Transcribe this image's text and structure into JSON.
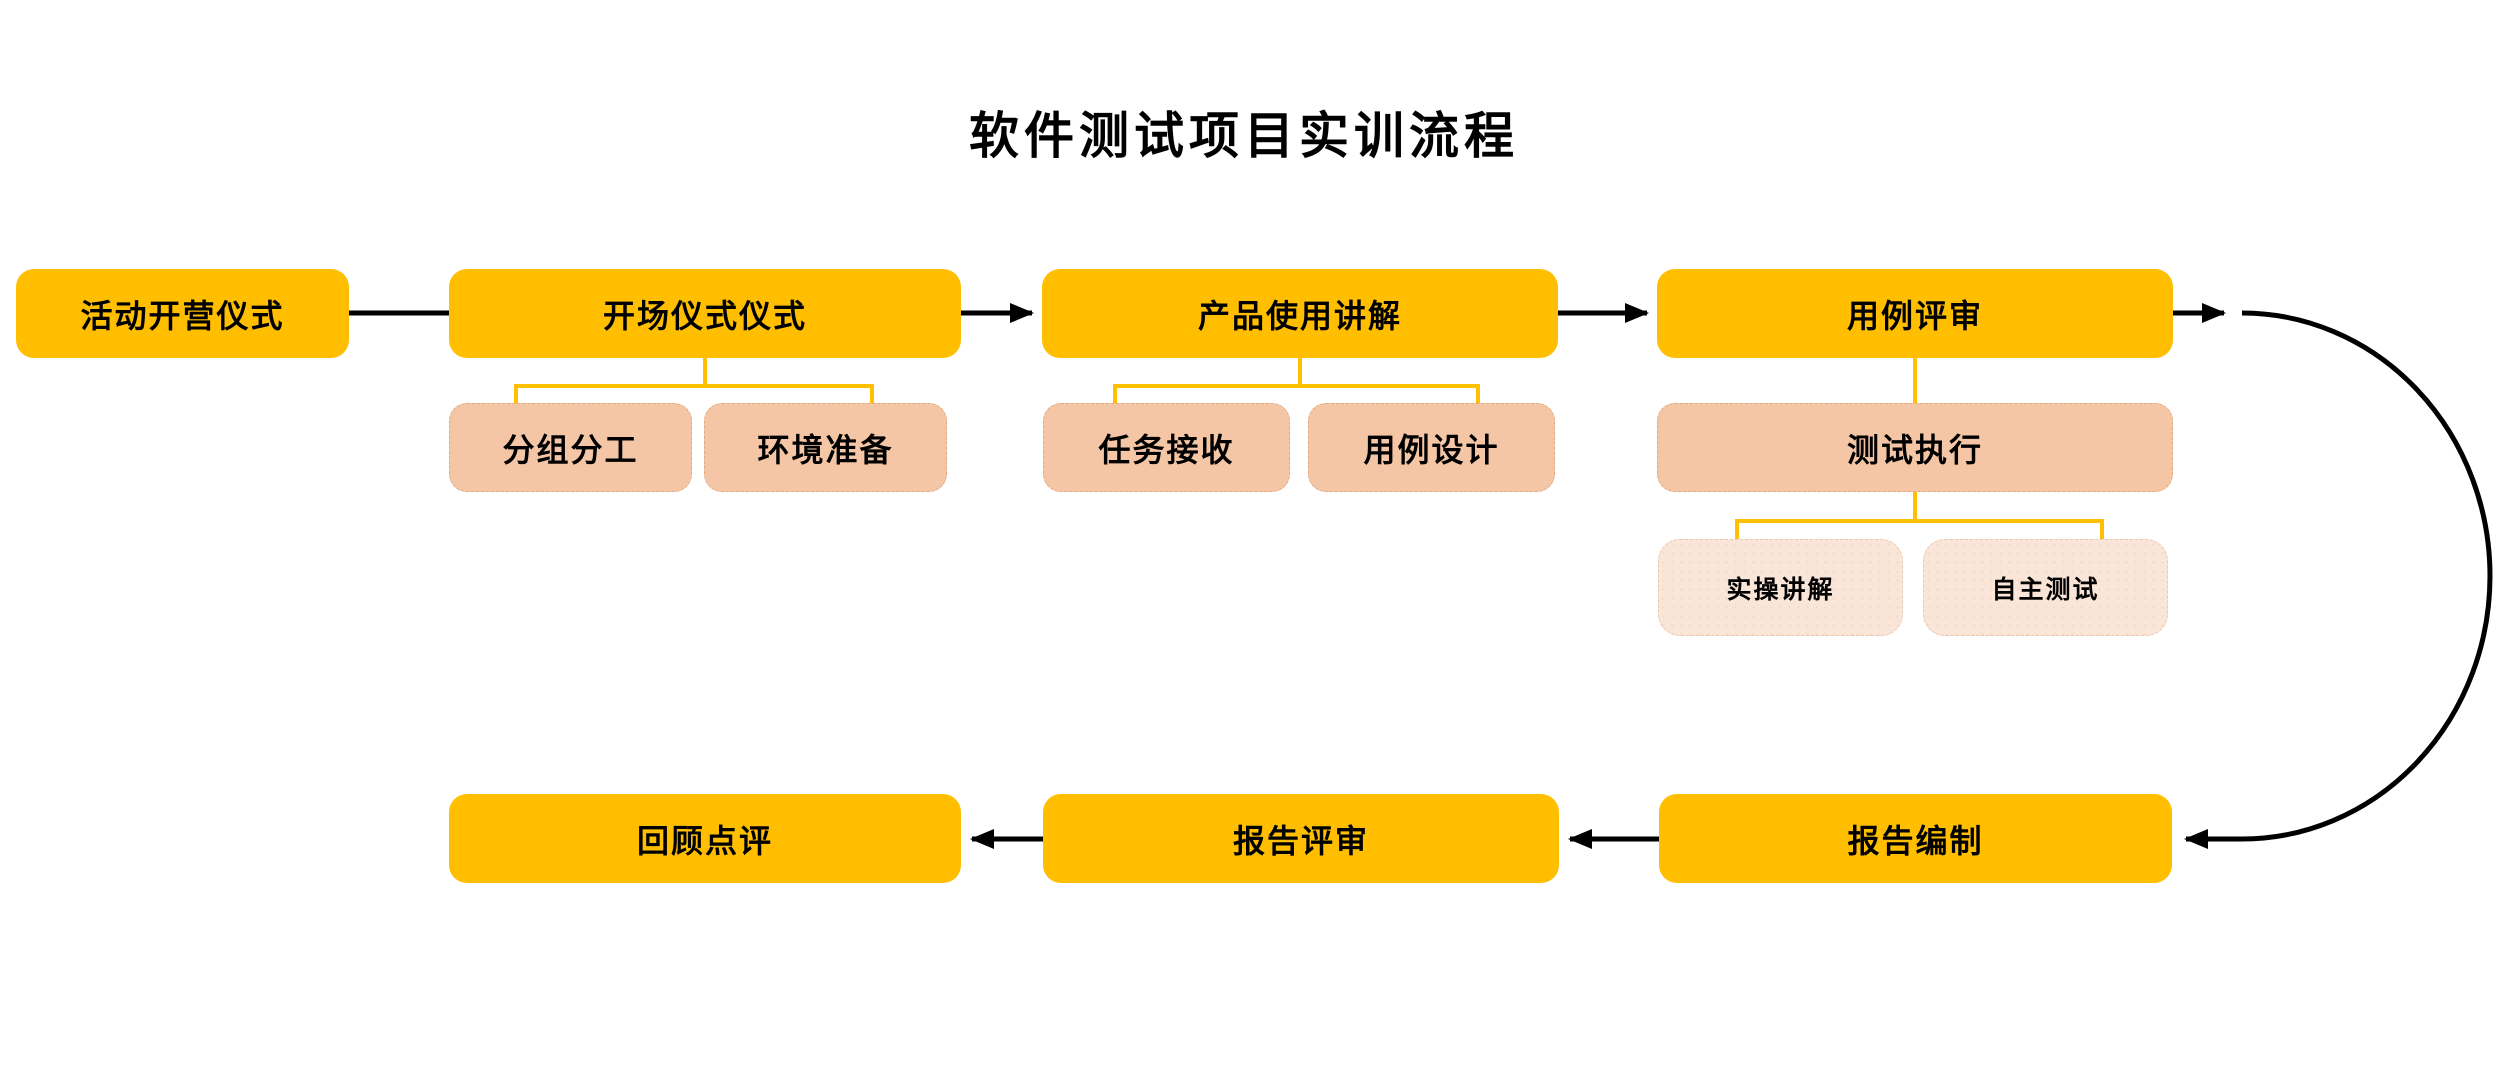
{
  "title": "软件测试项目实训流程",
  "colors": {
    "primary": "#FFBF00",
    "secondary": "#F5C6A5",
    "tertiary": "#FAE6D8",
    "connector_yellow": "#FFC000",
    "connector_black": "#000000",
    "text": "#000000",
    "background": "#FFFFFF"
  },
  "nodes": {
    "activity_opening": "活动开营仪式",
    "opening_ceremony": "开场仪式仪式",
    "product_usage": "产品使用讲解",
    "case_review": "用例评审",
    "grouping": "分组分工",
    "env_prep": "环境准备",
    "task_receive": "任务接收",
    "case_design": "用例设计",
    "test_execution": "测试执行",
    "practical_demo": "实操讲解",
    "self_testing": "自主测试",
    "report_compile": "报告编制",
    "report_review": "报告评审",
    "review_comment": "回顾点评"
  },
  "edges": [
    {
      "from": "活动开营仪式",
      "to": "开场仪式仪式",
      "style": "line"
    },
    {
      "from": "开场仪式仪式",
      "to": "产品使用讲解",
      "style": "arrow-right"
    },
    {
      "from": "产品使用讲解",
      "to": "用例评审",
      "style": "arrow-right"
    },
    {
      "from": "用例评审",
      "to": "报告编制",
      "style": "arrow-curve-right-down"
    },
    {
      "from": "报告编制",
      "to": "报告评审",
      "style": "arrow-left"
    },
    {
      "from": "报告评审",
      "to": "回顾点评",
      "style": "arrow-left"
    },
    {
      "from": "开场仪式仪式",
      "to": "分组分工",
      "style": "yellow-bracket"
    },
    {
      "from": "开场仪式仪式",
      "to": "环境准备",
      "style": "yellow-bracket"
    },
    {
      "from": "产品使用讲解",
      "to": "任务接收",
      "style": "yellow-bracket"
    },
    {
      "from": "产品使用讲解",
      "to": "用例设计",
      "style": "yellow-bracket"
    },
    {
      "from": "用例评审",
      "to": "测试执行",
      "style": "yellow-line"
    },
    {
      "from": "测试执行",
      "to": "实操讲解",
      "style": "yellow-bracket"
    },
    {
      "from": "测试执行",
      "to": "自主测试",
      "style": "yellow-bracket"
    }
  ]
}
